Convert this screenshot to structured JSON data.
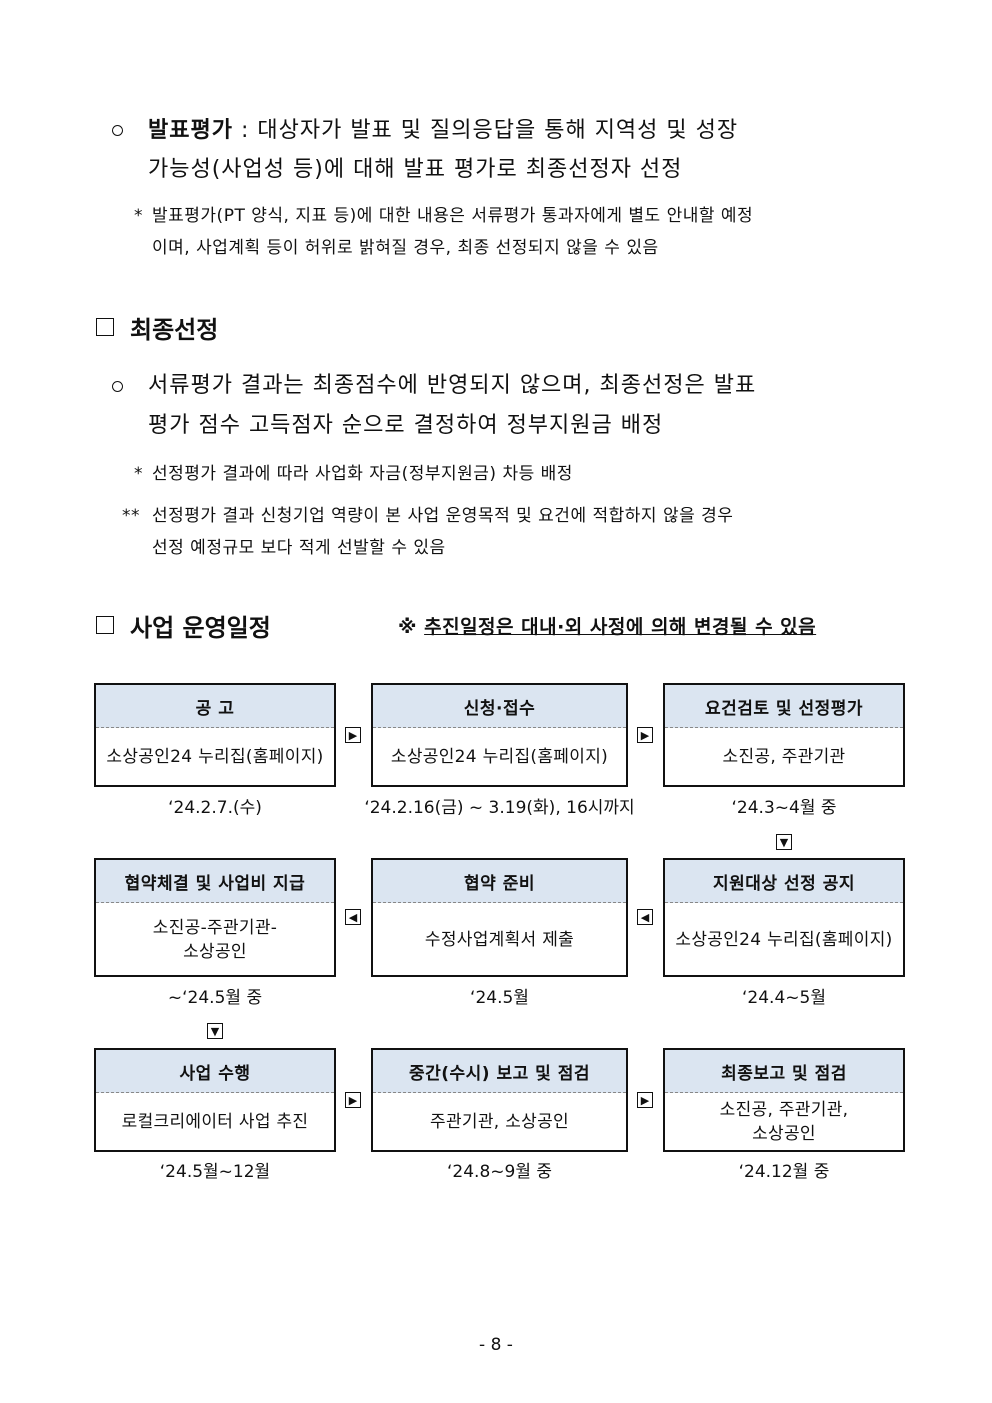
{
  "sections": {
    "presentation": {
      "bullet": "○",
      "title": "발표평가",
      "line1": " : 대상자가 발표 및 질의응답을 통해 지역성 및 성장",
      "line2": "가능성(사업성 등)에 대해 발표 평가로 최종선정자 선정",
      "note_mark": "*",
      "note_line1": "발표평가(PT 양식, 지표 등)에 대한 내용은 서류평가 통과자에게 별도 안내할 예정",
      "note_line2": "이며, 사업계획 등이 허위로 밝혀질 경우, 최종 선정되지 않을 수 있음"
    },
    "final_selection": {
      "heading": "최종선정",
      "bullet": "○",
      "line1": "서류평가 결과는 최종점수에 반영되지 않으며, 최종선정은 발표",
      "line2": "평가 점수 고득점자 순으로 결정하여 정부지원금 배정",
      "note1_mark": "*",
      "note1": "선정평가 결과에 따라 사업화 자금(정부지원금) 차등 배정",
      "note2_mark": "**",
      "note2_line1": "선정평가 결과 신청기업 역량이 본 사업 운영목적 및 요건에 적합하지 않을 경우",
      "note2_line2": "선정 예정규모 보다 적게 선발할 수 있음"
    },
    "schedule": {
      "heading": "사업 운영일정",
      "notice_mark": "※",
      "notice_text": "추진일정은 대내·외 사정에 의해 변경될 수 있음"
    }
  },
  "steps": [
    {
      "title": "공 고",
      "body": "소상공인24 누리집(홈페이지)",
      "date": "‘24.2.7.(수)"
    },
    {
      "title": "신청·접수",
      "body": "소상공인24 누리집(홈페이지)",
      "date": "‘24.2.16(금) ~ 3.19(화), 16시까지"
    },
    {
      "title": "요건검토 및 선정평가",
      "body": "소진공, 주관기관",
      "date": "‘24.3~4월 중"
    },
    {
      "title": "지원대상 선정 공지",
      "body": "소상공인24 누리집(홈페이지)",
      "date": "‘24.4~5월"
    },
    {
      "title": "협약 준비",
      "body": "수정사업계획서 제출",
      "date": "‘24.5월"
    },
    {
      "title": "협약체결 및 사업비 지급",
      "body": "소진공-주관기관-\n소상공인",
      "date": "~‘24.5월 중"
    },
    {
      "title": "사업 수행",
      "body": "로컬크리에이터 사업 추진",
      "date": "‘24.5월~12월"
    },
    {
      "title": "중간(수시) 보고 및 점검",
      "body": "주관기관, 소상공인",
      "date": "‘24.8~9월 중"
    },
    {
      "title": "최종보고 및 점검",
      "body": "소진공, 주관기관,\n소상공인",
      "date": "‘24.12월 중"
    }
  ],
  "arrows": {
    "right": "▶",
    "left": "◀",
    "down": "▼"
  },
  "page_number": "- 8 -",
  "colors": {
    "box_header": "#dbe5f1"
  }
}
